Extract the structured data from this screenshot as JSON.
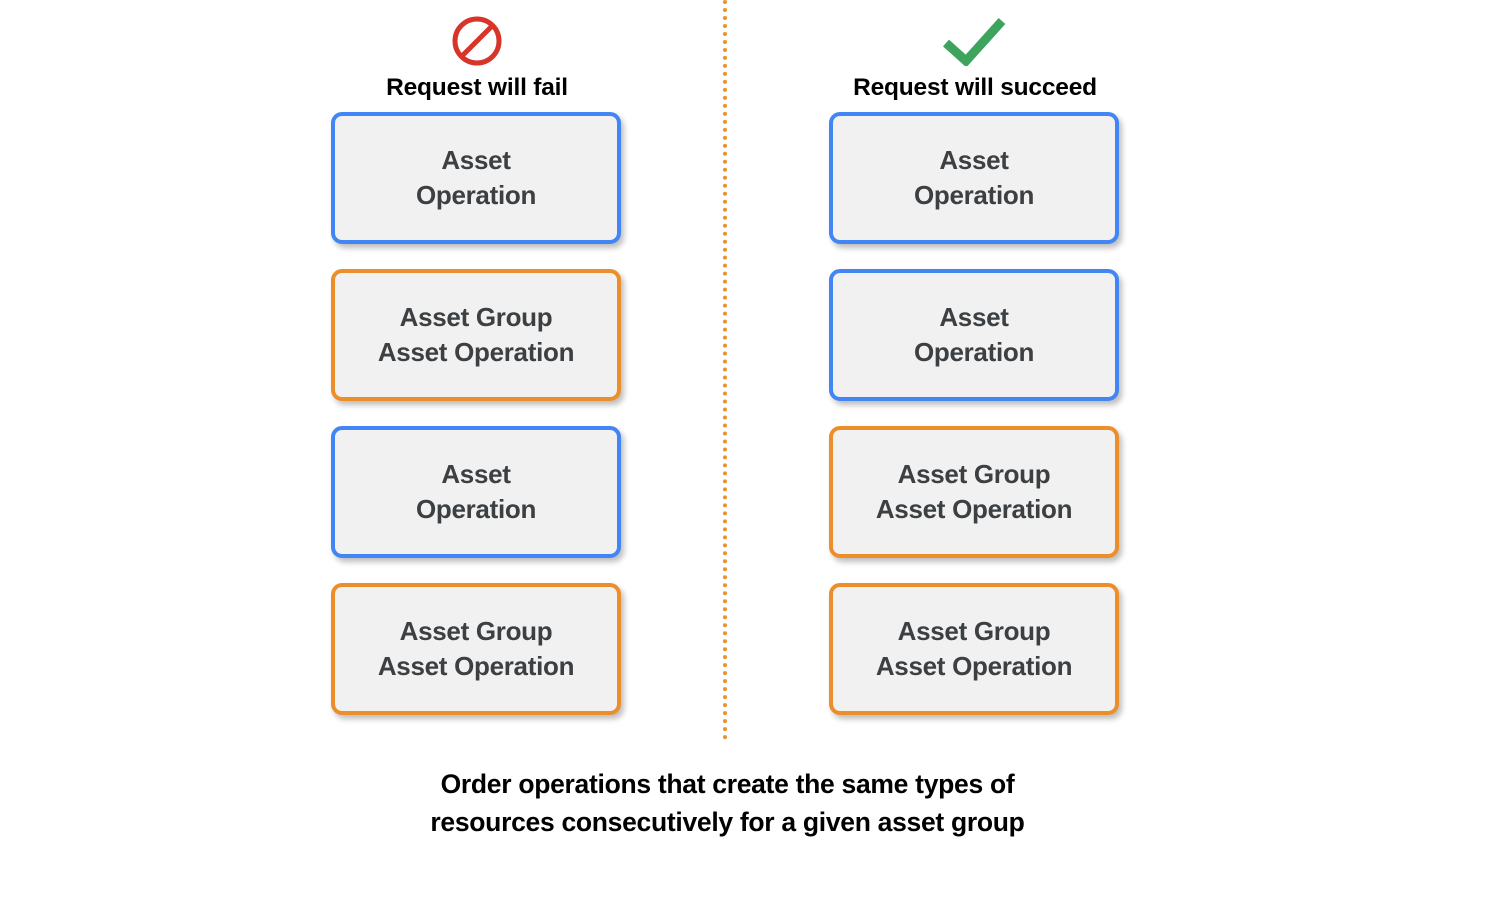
{
  "colors": {
    "blue_border": "#4285f4",
    "orange_border": "#ec8f2b",
    "box_fill": "#f1f1f1",
    "box_text": "#3c4043",
    "fail_icon": "#d8352a",
    "success_icon": "#3da35d",
    "divider": "#e8912d",
    "heading_text": "#000000"
  },
  "columns": [
    {
      "id": "fail",
      "icon": "prohibition-icon",
      "title": "Request will fail",
      "boxes": [
        {
          "variant": "blue",
          "label": "Asset\nOperation"
        },
        {
          "variant": "orange",
          "label": "Asset Group\nAsset Operation"
        },
        {
          "variant": "blue",
          "label": "Asset\nOperation"
        },
        {
          "variant": "orange",
          "label": "Asset Group\nAsset Operation"
        }
      ]
    },
    {
      "id": "succeed",
      "icon": "checkmark-icon",
      "title": "Request will succeed",
      "boxes": [
        {
          "variant": "blue",
          "label": "Asset\nOperation"
        },
        {
          "variant": "blue",
          "label": "Asset\nOperation"
        },
        {
          "variant": "orange",
          "label": "Asset Group\nAsset Operation"
        },
        {
          "variant": "orange",
          "label": "Asset Group\nAsset Operation"
        }
      ]
    }
  ],
  "caption": "Order operations that create the same types of\nresources consecutively for a given asset group"
}
